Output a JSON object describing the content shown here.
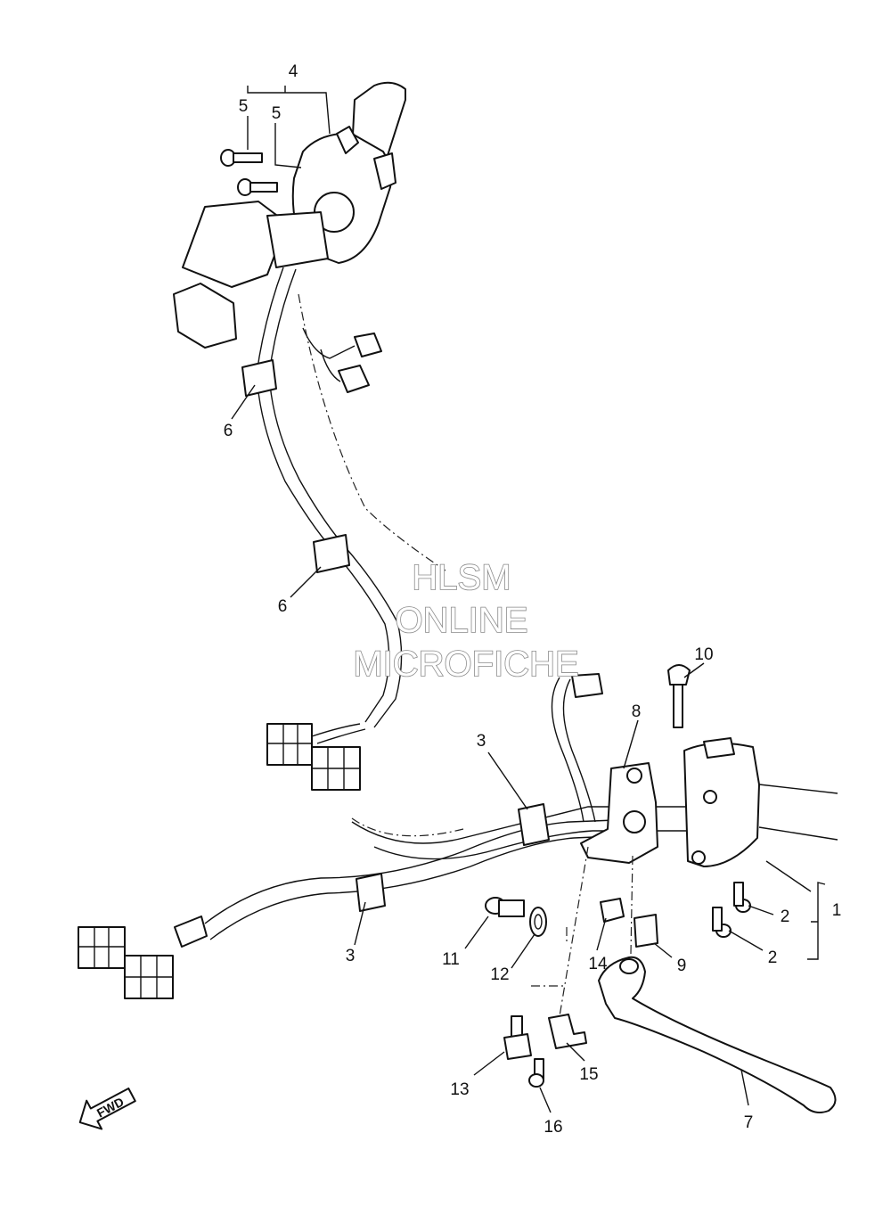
{
  "watermark": {
    "line1": "HLSM",
    "line2": "ONLINE",
    "line3": "MICROFICHE"
  },
  "fwd_label": "FWD",
  "callouts": [
    "1",
    "2",
    "2",
    "3",
    "3",
    "4",
    "5",
    "5",
    "6",
    "6",
    "7",
    "8",
    "9",
    "10",
    "11",
    "12",
    "13",
    "14",
    "15",
    "16"
  ]
}
